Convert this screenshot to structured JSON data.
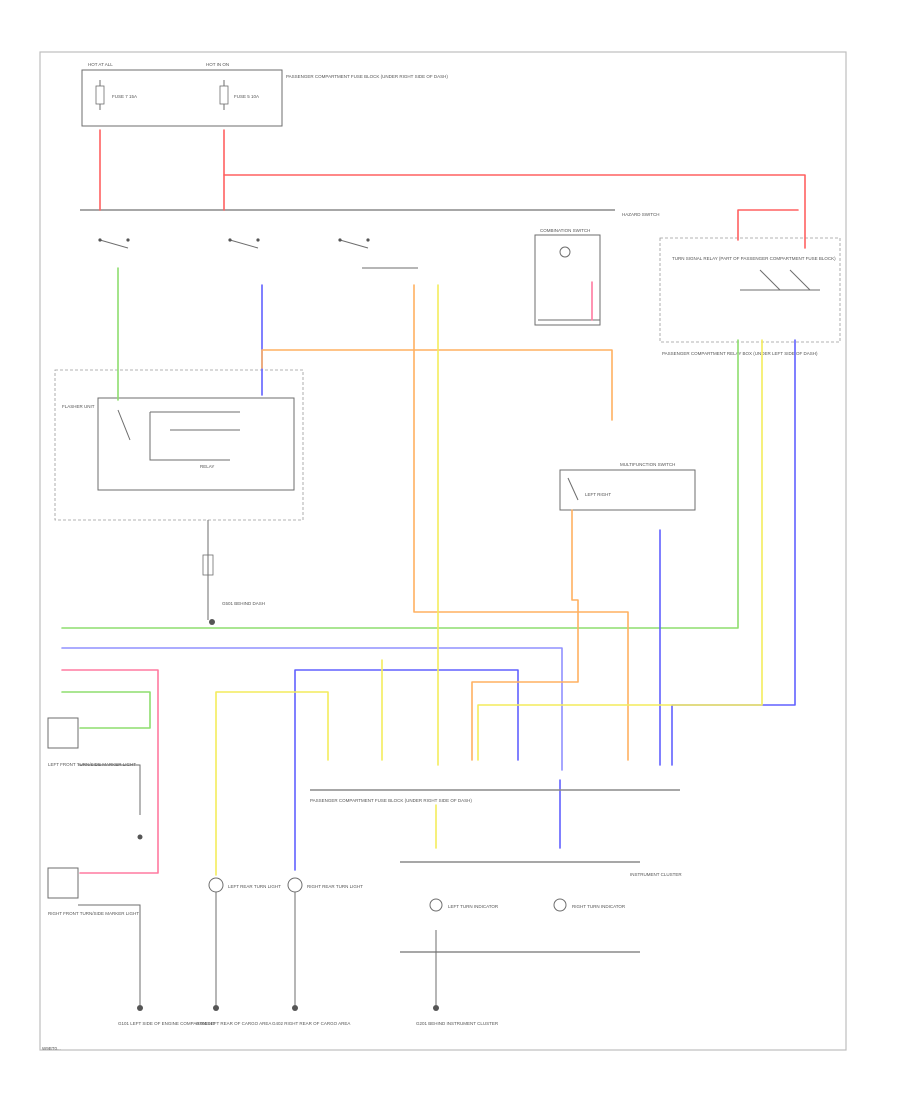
{
  "diagram": {
    "footer_code": "W9BT0...",
    "colors": {
      "red": "#ff6060",
      "pink": "#ff7aa0",
      "green": "#8ede6e",
      "blue": "#6060ff",
      "violet": "#9090ff",
      "orange": "#ffb060",
      "yellow": "#f4ec5c",
      "gray": "#9a9a9a"
    },
    "labels": {
      "hot_at_all_times": "HOT AT ALL",
      "hot_in_on": "HOT IN ON",
      "fuse_block_title": "PASSENGER COMPARTMENT FUSE BLOCK (UNDER RIGHT SIDE OF DASH)",
      "fuse_a": "FUSE 7 15A",
      "fuse_b": "FUSE 5 10A",
      "hazard_switch": "HAZARD SWITCH",
      "flasher_unit": "FLASHER UNIT",
      "combination_switch": "COMBINATION SWITCH",
      "relay_box": "PASSENGER COMPARTMENT RELAY BOX (UNDER LEFT SIDE OF DASH)",
      "turn_signal_relay": "TURN SIGNAL RELAY (PART OF PASSENGER COMPARTMENT FUSE BLOCK)",
      "multifunction_switch": "MULTIFUNCTION SWITCH",
      "left_right": "LEFT RIGHT",
      "left_front_turn": "LEFT FRONT TURN/SIDE MARKER LIGHT",
      "right_front_turn": "RIGHT FRONT TURN/SIDE MARKER LIGHT",
      "left_turn_indicator": "LEFT TURN INDICATOR",
      "right_turn_indicator": "RIGHT TURN INDICATOR",
      "instrument_cluster": "INSTRUMENT CLUSTER",
      "left_rear_turn": "LEFT REAR TURN LIGHT",
      "right_rear_turn": "RIGHT REAR TURN LIGHT",
      "ground_left": "G101 LEFT SIDE OF ENGINE COMPARTMENT",
      "ground_center": "G401 LEFT REAR OF CARGO AREA",
      "ground_right": "G402 RIGHT REAR OF CARGO AREA",
      "ground_cluster": "G201 BEHIND INSTRUMENT CLUSTER",
      "ground_flasher": "G501 BEHIND DASH"
    }
  }
}
